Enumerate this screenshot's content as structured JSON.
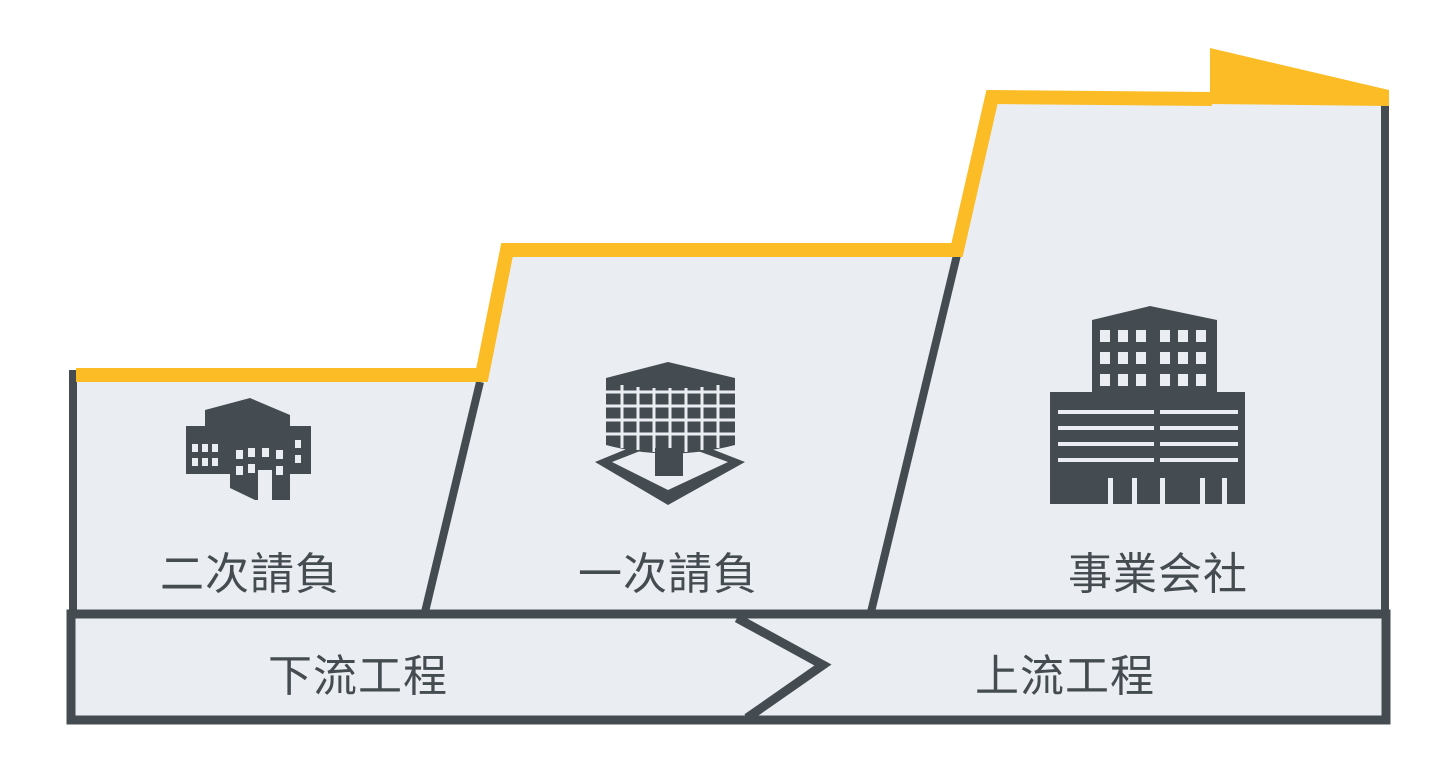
{
  "colors": {
    "fill": "#eaeef2",
    "outline": "#454c51",
    "accent": "#fbbc26"
  },
  "tiers": [
    {
      "label": "二次請負",
      "icon": "small-building-icon"
    },
    {
      "label": "一次請負",
      "icon": "round-building-icon"
    },
    {
      "label": "事業会社",
      "icon": "office-tower-icon"
    }
  ],
  "flow": {
    "downstream": "下流工程",
    "upstream": "上流工程"
  }
}
